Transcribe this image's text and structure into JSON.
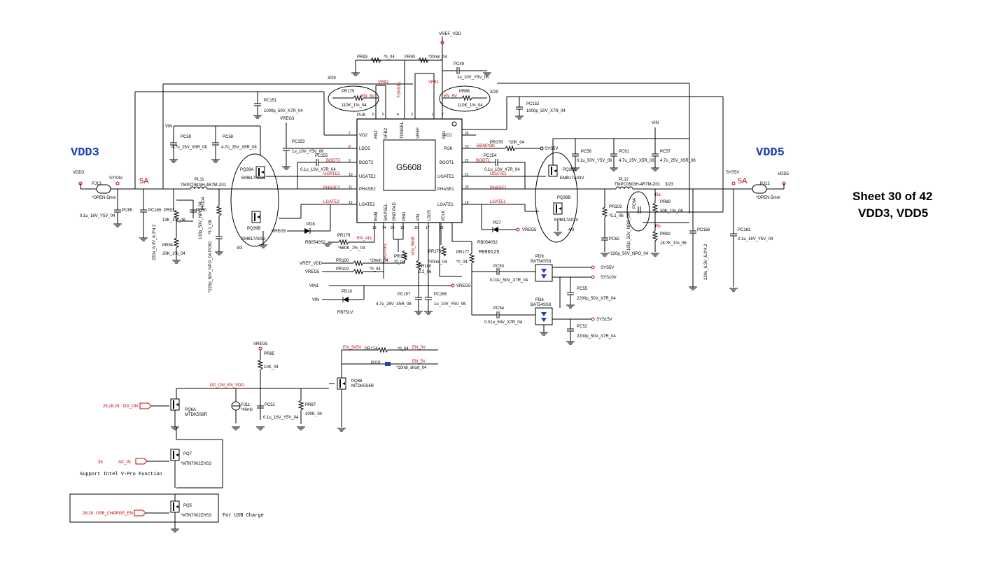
{
  "sheet": {
    "line1": "Sheet 30 of 42",
    "line2": "VDD3, VDD5"
  },
  "rails": {
    "vdd3": "VDD3",
    "vdd5": "VDD5",
    "vdd3_net": "VDD3",
    "vdd5_net": "VDD5",
    "cur_left": "5A",
    "cur_right": "5A"
  },
  "ic": {
    "part": "G5608",
    "ref": "PU8",
    "top_pins": [
      "EN2",
      "VFB2",
      "TONSEL",
      "VREF",
      "EN1"
    ],
    "top_nums": [
      "6",
      "5",
      "4",
      "3",
      "1",
      "2"
    ],
    "left_pins": [
      "VO2",
      "LDO3",
      "BOOT2",
      "UGATE2",
      "PHASE2",
      "LGATE2"
    ],
    "left_nums": [
      "7",
      "8",
      "9",
      "10",
      "11",
      "12"
    ],
    "right_pins": [
      "VO1",
      "POK",
      "BOOT1",
      "UGATE1",
      "PHASE1",
      "LGATE1"
    ],
    "right_nums": [
      "24",
      "23",
      "22",
      "21",
      "20",
      "19"
    ],
    "bot_pins": [
      "ENM",
      "SKIPSEL",
      "GND PAD",
      "GND",
      "VIN",
      "LDO5",
      "VCLK"
    ],
    "bot_nums": [
      "13",
      "14",
      "25",
      "15",
      "16",
      "17",
      "18"
    ]
  },
  "nets": {
    "vref_vdd": "VREF_VDD",
    "vin1": "VIN",
    "vin2": "VIN",
    "vreg3": "VREG3",
    "vreg5": "VREG5",
    "vreg5b": "VREG5",
    "vreg5c": "VREG5",
    "vreg5d": "VREG5",
    "vreg5e": "VREG5",
    "vref_vdd2": "VREF_VDD",
    "sys3v": "SYS3V",
    "sys5v": "SYS5V",
    "sys5v2": "SYS5V",
    "sys10v": "SYS10V",
    "sys15v": "SYS15V",
    "sys5v3": "SYS5V",
    "vin_pd10": "VIN",
    "vin_pd10b": "VIN1",
    "en_3v": "EN_3V",
    "en_5v": "EN_5V",
    "en_3v5v": "EN_3V5V",
    "en_5v_b": "EN_5V",
    "en_3v_b": "EN_3V",
    "dd_on_en_vdd": "DD_ON_EN_VDD",
    "dd_on": "DD_ON",
    "ac_in": "AC_IN",
    "usb_charge_en": "USB_CHARGE_EN",
    "vfb2": "VFB2",
    "vfb1": "VFB1",
    "tonsel": "TONSEL",
    "boot2": "BOOT2",
    "boot1": "BOOT1",
    "ugate2": "UGATE2",
    "ugate1": "UGATE1",
    "phase2": "PHASE2",
    "phase1": "PHASE1",
    "lgate2": "LGATE2",
    "lgate1": "LGATE1",
    "en_all": "EN_ALL",
    "skipsel": "SKIPSEL",
    "vin_5608": "VIN_5608",
    "pok": "5608POK",
    "ref_dd": "25,28,29",
    "ref_ac": "35",
    "ref_usb": "28,29",
    "ra": "Ra",
    "rb": "Rb",
    "frac1": "3/29",
    "frac2": "3/29",
    "frac3": "3/23",
    "frac4": "4/3",
    "frac5": "4/3"
  },
  "parts": {
    "pr93": "PR93",
    "pr93v": "*0_04",
    "pr90": "PR90",
    "pr90v": "*20mil_04",
    "pc49": "PC49",
    "pc49v": "1u_10V_Y5V_06",
    "pr175": "PR175",
    "pr175v": "110K_1%_04",
    "pr88": "PR88",
    "pr88v": "110K_1%_04",
    "pc151": "PC151",
    "pc151v": "1000p_50V_X7R_04",
    "pc152": "PC152",
    "pc152v": "1000p_50V_X7R_04",
    "pc59": "PC59",
    "pc59v": "4.7u_25V_X5R_08",
    "pc58": "PC58",
    "pc58v": "4.7u_25V_X5R_08",
    "pc153": "PC153",
    "pc153v": "1u_10V_Y5V_06",
    "pc155": "PC155",
    "pc155v": "0.1u_10V_X7R_04",
    "pc154": "PC154",
    "pc154v": "0.1u_10V_X7R_04",
    "pr178": "PR178",
    "pr178v": "*10K_04",
    "pc56": "PC56",
    "pc56v": "0.1u_50V_Y5V_06",
    "pc61": "PC61",
    "pc61v": "4.7u_25V_X5R_08",
    "pc57": "PC57",
    "pc57v": "4.7u_25V_X5R_08",
    "pq39a": "PQ39A",
    "pq39av": "EMB17A03V",
    "pq39b": "PQ39B",
    "pq39bv": "EMB17A03V",
    "pq38a": "PQ38A",
    "pq38av": "EMB17A03V",
    "pq38b": "PQ38B",
    "pq38bv": "EMB17A03V",
    "pl11": "PL11",
    "pl11v": "TMPC0603H-4R7M-Z01",
    "pl12": "PL12",
    "pl12v": "TMPC0603H-4R7M-Z01",
    "pj13": "PJ13",
    "pj13v": "*OPEN-5mm",
    "pj12": "PJ12",
    "pj12v": "*OPEN-5mm",
    "pc65": "PC65",
    "pc65v": "0.1u_16V_Y5V_04",
    "pc165": "PC165",
    "pc165v": "220u_6.3V_6.3*4.2",
    "pr91": "PR91",
    "pr91v": "13K_1%_06",
    "pc50": "PC50",
    "pc50v": "100p_50V_NPO_04",
    "pr104": "PR104",
    "pr104v": "*5.1_06",
    "pc60": "PC60",
    "pc60v": "*220p_50V_NPO_04",
    "pr94": "PR94",
    "pr94v": "20K_1%_04",
    "pr103": "PR103",
    "pr103v": "*5.1_06",
    "pc62": "PC62",
    "pc62v": "*220p_50V_NPO_04",
    "pc64": "PC64",
    "pc64v": "100p_50V_NPO_04",
    "pr89": "PR89",
    "pr89v": "30K_1%_06",
    "pr92": "PR92",
    "pr92v": "18.7K_1%_06",
    "pc166": "PC166",
    "pc166v": "220u_6.3V_6.3*4.2",
    "pc163": "PC163",
    "pc163v": "0.1u_16V_Y5V_04",
    "pd8": "PD8",
    "pd8v": "RB0540S2",
    "pd7": "PD7",
    "pd7v": "RB0540S2",
    "pr179": "PR179",
    "pr179v": "*680K_1%_04",
    "pr100": "PR100",
    "pr100v": "*20mil_04",
    "pr102": "PR102",
    "pr102v": "*0_04",
    "pr101": "PR101",
    "pr101v": "*0_04",
    "pr180": "PR180",
    "pr180v": "2.2_06",
    "pr176": "PR176",
    "pr176v": "*20mil_04",
    "pr177": "PR177",
    "pr177v": "*0_04",
    "pd10": "PD10",
    "pd10v": "RB751V",
    "pc157": "PC157",
    "pc157v": "4.7u_25V_X5R_08",
    "pc156": "PC156",
    "pc156v": "1u_10V_Y5V_06",
    "pc53": "PC53",
    "pc53v": "0.01u_50V_X7R_04",
    "pc54": "PC54",
    "pc54v": "0.01u_50V_X7R_04",
    "pd9": "PD9",
    "pd9v": "BAT54SS3",
    "pd6": "PD6",
    "pd6v": "BAT54SS3",
    "pc55": "PC55",
    "pc55v": "2200p_50V_X7R_04",
    "pc52": "PC52",
    "pc52v": "2200p_50V_X7R_04",
    "m990125": "M990125",
    "pr95": "PR95",
    "pr95v": "10K_04",
    "pq86": "PQ86",
    "pq86v": "MTDK5S6R",
    "pr174": "PR174",
    "pr174v": "*0_04",
    "r101": "R101",
    "r101v": "*10mil_short_04",
    "pq6a": "PQ6A",
    "pq6av": "MTDK5S6R",
    "pj11": "PJ11",
    "pj11v": "*40mil",
    "pc51": "PC51",
    "pc51v": "0.1u_16V_Y5V_04",
    "pr87": "PR87",
    "pr87v": "100K_04",
    "pq7": "PQ7",
    "pq7v": "*MTN7002ZHS3",
    "pq5": "PQ5",
    "pq5v": "*MTN7002ZHS3",
    "vpro": "Support Intel V-Pro Function",
    "usbnote": "For USB Charge"
  }
}
